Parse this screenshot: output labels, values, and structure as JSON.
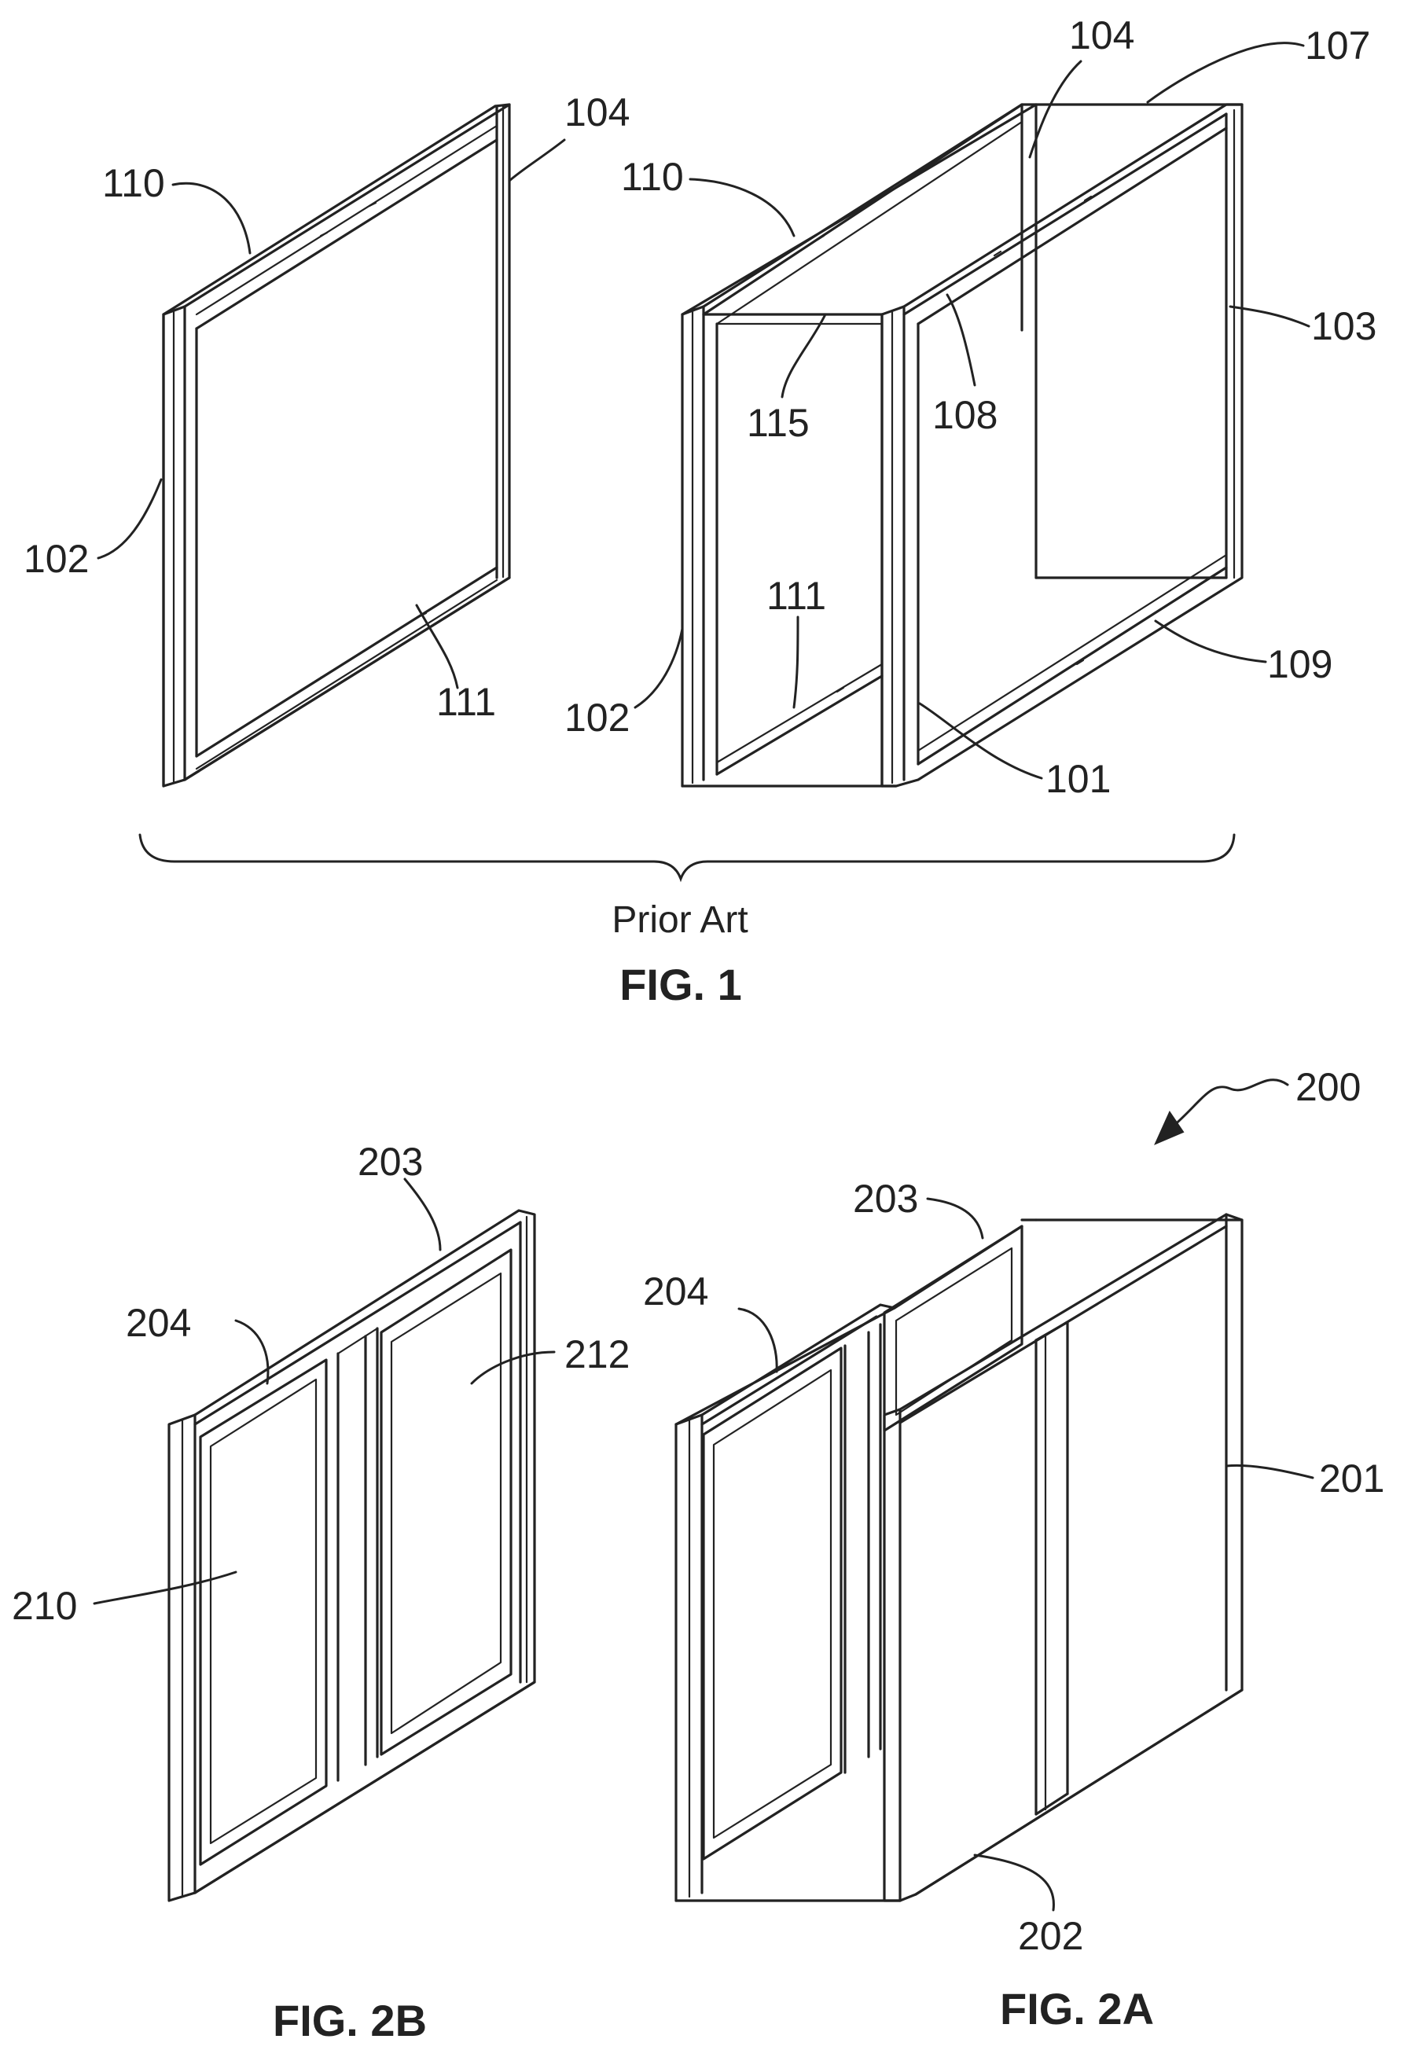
{
  "figure_1": {
    "note": "Prior Art",
    "caption": "FIG. 1",
    "labels": {
      "left_110": "110",
      "left_104": "104",
      "left_102": "102",
      "left_111": "111",
      "right_110": "110",
      "right_104": "104",
      "right_107": "107",
      "right_103": "103",
      "right_115": "115",
      "right_108": "108",
      "right_111": "111",
      "right_102": "102",
      "right_109": "109",
      "right_101": "101"
    }
  },
  "figure_2": {
    "assembly_ref": "200",
    "caption_2a": "FIG. 2A",
    "caption_2b": "FIG. 2B",
    "labels": {
      "b_203": "203",
      "b_204": "204",
      "b_212": "212",
      "b_210": "210",
      "a_203": "203",
      "a_204": "204",
      "a_201": "201",
      "a_202": "202"
    }
  }
}
